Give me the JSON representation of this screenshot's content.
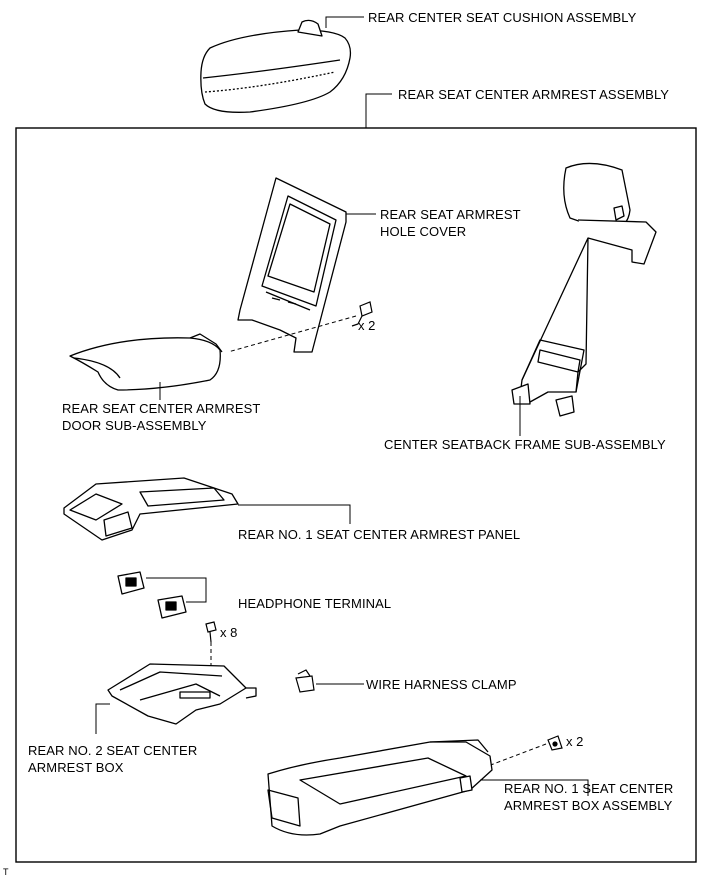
{
  "labels": {
    "cushion": "REAR CENTER SEAT CUSHION ASSEMBLY",
    "armrest_assy": "REAR SEAT CENTER ARMREST ASSEMBLY",
    "hole_cover_1": "REAR SEAT ARMREST",
    "hole_cover_2": "HOLE COVER",
    "door_1": "REAR SEAT CENTER ARMREST",
    "door_2": "DOOR SUB-ASSEMBLY",
    "frame": "CENTER SEATBACK FRAME SUB-ASSEMBLY",
    "panel": "REAR NO. 1 SEAT CENTER ARMREST PANEL",
    "headphone": "HEADPHONE TERMINAL",
    "clamp": "WIRE HARNESS CLAMP",
    "box2_1": "REAR NO. 2 SEAT CENTER",
    "box2_2": "ARMREST BOX",
    "box1_1": "REAR NO. 1 SEAT CENTER",
    "box1_2": "ARMREST BOX ASSEMBLY"
  },
  "quantities": {
    "hole_cover_screws": "x 2",
    "box_screws": "x 8",
    "box_nuts": "x 2"
  },
  "corner_mark": "T"
}
